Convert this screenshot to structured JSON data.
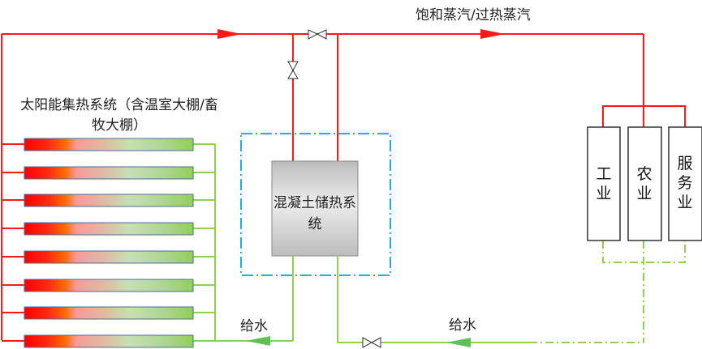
{
  "labels": {
    "solar_system": "太阳能集热系统（含温室大棚/畜牧大棚）",
    "steam": "饱和蒸汽/过热蒸汽",
    "storage": "混凝土储热系统",
    "feedwater_left": "给水",
    "feedwater_right": "给水"
  },
  "consumers": [
    {
      "name": "industry",
      "label": "工业"
    },
    {
      "name": "agriculture",
      "label": "农业"
    },
    {
      "name": "service",
      "label": "服务业"
    }
  ],
  "collectors": {
    "count": 8,
    "gradient_colors": [
      "#ff0000",
      "#ff3b1a",
      "#ff6a00",
      "#f79a9a",
      "#ddb8a0",
      "#c6e0b4",
      "#b4d898",
      "#92cf58"
    ]
  },
  "colors": {
    "steam_line": "#ff1a1a",
    "water_line": "#92d050",
    "storage_boundary": "#1ab0e8",
    "valve": "#333333"
  }
}
